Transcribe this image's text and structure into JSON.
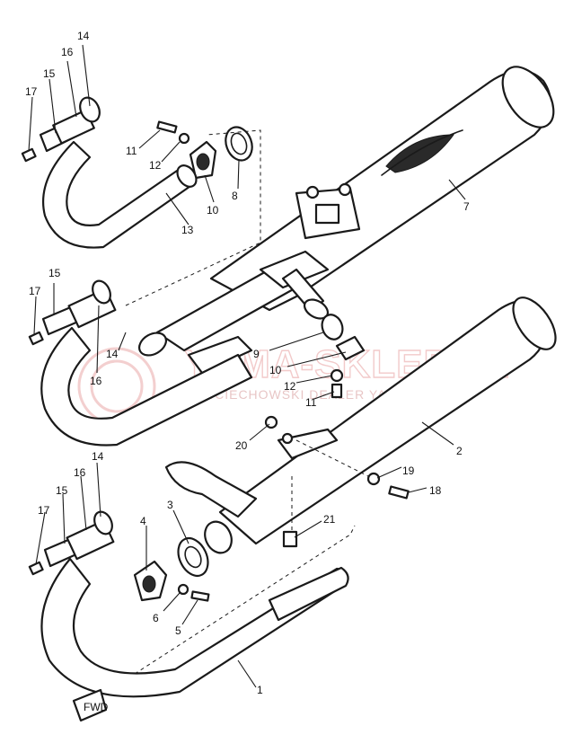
{
  "watermark": {
    "title": "YAMA-SKLEP.PL",
    "subtitle": "WOJCIECHOWSKI DEALER YAMAHA"
  },
  "arrow_label": "FWD",
  "callouts": {
    "c1": "1",
    "c2": "2",
    "c3": "3",
    "c4": "4",
    "c5": "5",
    "c6": "6",
    "c7": "7",
    "c8": "8",
    "c9": "9",
    "c10a": "10",
    "c10b": "10",
    "c11a": "11",
    "c11b": "11",
    "c12a": "12",
    "c12b": "12",
    "c13": "13",
    "c14a": "14",
    "c14b": "14",
    "c14c": "14",
    "c15a": "15",
    "c15b": "15",
    "c15c": "15",
    "c16a": "16",
    "c16b": "16",
    "c16c": "16",
    "c17a": "17",
    "c17b": "17",
    "c17c": "17",
    "c18": "18",
    "c19": "19",
    "c20": "20",
    "c21": "21"
  }
}
